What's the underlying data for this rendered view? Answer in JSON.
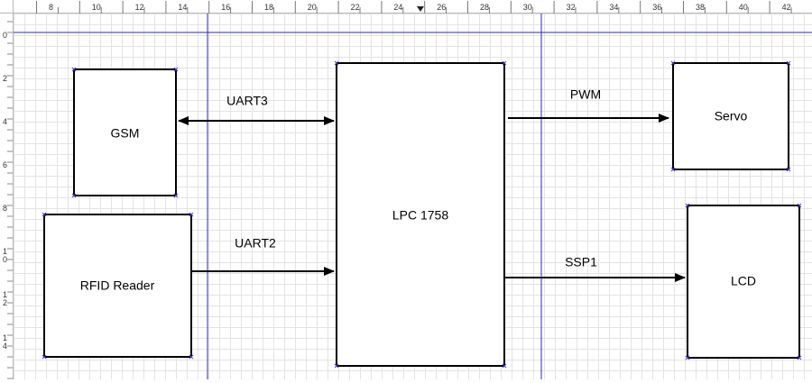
{
  "rulers": {
    "top_labels": [
      "8",
      "10",
      "12",
      "14",
      "16",
      "18",
      "20",
      "22",
      "24",
      "26",
      "28",
      "30",
      "32",
      "34",
      "36",
      "38",
      "40",
      "42"
    ],
    "left_labels": [
      "0",
      "2",
      "4",
      "6",
      "8",
      "10",
      "12",
      "14"
    ]
  },
  "colors": {
    "guide": "#2a2ab0",
    "grid": "#e3e3e3",
    "handle": "#4444cc",
    "stroke": "#000000"
  },
  "diagram": {
    "blocks": {
      "gsm": "GSM",
      "rfid": "RFID Reader",
      "lpc": "LPC 1758",
      "servo": "Servo",
      "lcd": "LCD"
    },
    "connections": {
      "uart3": "UART3",
      "uart2": "UART2",
      "pwm": "PWM",
      "ssp1": "SSP1"
    }
  }
}
